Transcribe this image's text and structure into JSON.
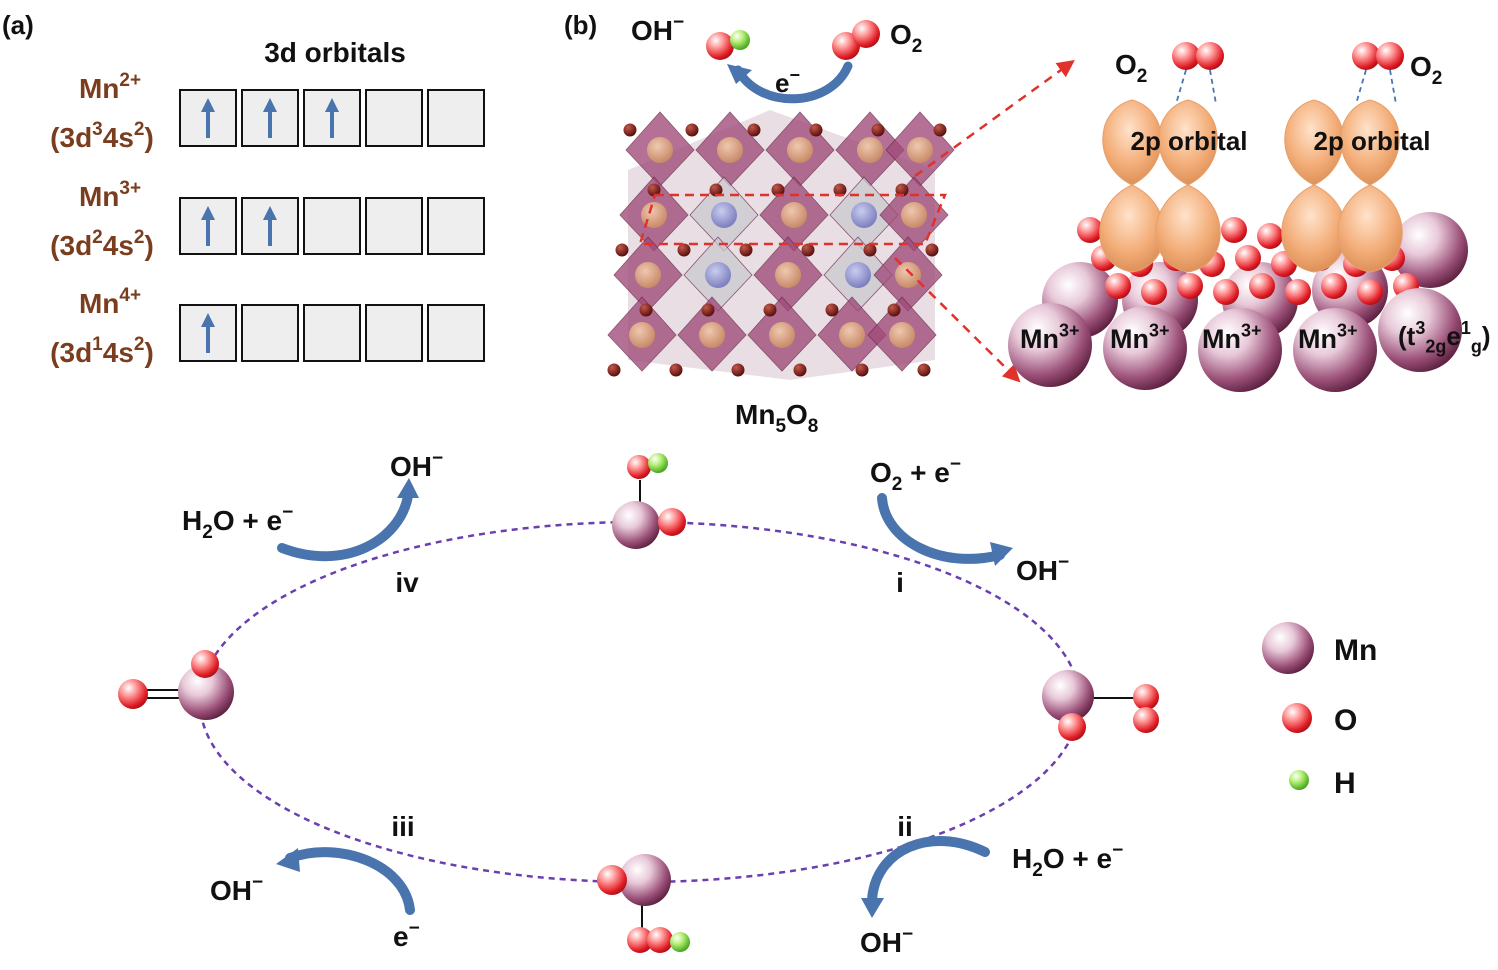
{
  "panel_a": {
    "letter": "(a)",
    "header": "3d orbitals",
    "rows": [
      {
        "ion_base": "Mn",
        "ion_sup": "2+",
        "config": [
          [
            "(3d",
            ""
          ],
          [
            "3",
            "sup"
          ],
          [
            "4s",
            ""
          ],
          [
            "2",
            "sup"
          ],
          [
            ")",
            ""
          ]
        ],
        "electrons": 3
      },
      {
        "ion_base": "Mn",
        "ion_sup": "3+",
        "config": [
          [
            "(3d",
            ""
          ],
          [
            "2",
            "sup"
          ],
          [
            "4s",
            ""
          ],
          [
            "2",
            "sup"
          ],
          [
            ")",
            ""
          ]
        ],
        "electrons": 2
      },
      {
        "ion_base": "Mn",
        "ion_sup": "4+",
        "config": [
          [
            "(3d",
            ""
          ],
          [
            "1",
            "sup"
          ],
          [
            "4s",
            ""
          ],
          [
            "2",
            "sup"
          ],
          [
            ")",
            ""
          ]
        ],
        "electrons": 1
      }
    ],
    "orbital_count": 5
  },
  "panel_b": {
    "letter": "(b)",
    "oh": [
      [
        "OH",
        ""
      ],
      [
        "−",
        "sup"
      ]
    ],
    "o2": [
      [
        "O",
        ""
      ],
      [
        "2",
        "sub"
      ]
    ],
    "electron": [
      [
        "e",
        ""
      ],
      [
        "−",
        "sup"
      ]
    ],
    "crystal": [
      [
        "Mn",
        ""
      ],
      [
        "5",
        "sub"
      ],
      [
        "O",
        ""
      ],
      [
        "8",
        "sub"
      ]
    ],
    "zoom_o2_left": [
      [
        "O",
        ""
      ],
      [
        "2",
        "sub"
      ]
    ],
    "zoom_o2_right": [
      [
        "O",
        ""
      ],
      [
        "2",
        "sub"
      ]
    ],
    "orbital_label_left": "2p orbital",
    "orbital_label_right": "2p orbital",
    "mn3_labels": [
      [
        [
          "Mn",
          ""
        ],
        [
          "3+",
          "sup"
        ]
      ],
      [
        [
          "Mn",
          ""
        ],
        [
          "3+",
          "sup"
        ]
      ],
      [
        [
          "Mn",
          ""
        ],
        [
          "3+",
          "sup"
        ]
      ],
      [
        [
          "Mn",
          ""
        ],
        [
          "3+",
          "sup"
        ]
      ]
    ],
    "electron_config": [
      [
        "(t",
        ""
      ],
      [
        "3",
        "sup"
      ],
      [
        "2g",
        "sub"
      ],
      [
        "e",
        ""
      ],
      [
        "1",
        "sup"
      ],
      [
        "g",
        "sub"
      ],
      [
        ")",
        ""
      ]
    ]
  },
  "cycle": {
    "steps": [
      {
        "numeral": "i",
        "reactant": [
          [
            "O",
            ""
          ],
          [
            "2",
            "sub"
          ],
          [
            " + e",
            ""
          ],
          [
            "−",
            "sup"
          ]
        ],
        "product": [
          [
            "OH",
            ""
          ],
          [
            "−",
            "sup"
          ]
        ]
      },
      {
        "numeral": "ii",
        "reactant": [
          [
            "H",
            ""
          ],
          [
            "2",
            "sub"
          ],
          [
            "O + e",
            ""
          ],
          [
            "−",
            "sup"
          ]
        ],
        "product": [
          [
            "OH",
            ""
          ],
          [
            "−",
            "sup"
          ]
        ]
      },
      {
        "numeral": "iii",
        "reactant": [
          [
            "e",
            ""
          ],
          [
            "−",
            "sup"
          ]
        ],
        "product": [
          [
            "OH",
            ""
          ],
          [
            "−",
            "sup"
          ]
        ]
      },
      {
        "numeral": "iv",
        "reactant": [
          [
            "H",
            ""
          ],
          [
            "2",
            "sub"
          ],
          [
            "O + e",
            ""
          ],
          [
            "−",
            "sup"
          ]
        ],
        "product": [
          [
            "OH",
            ""
          ],
          [
            "−",
            "sup"
          ]
        ]
      }
    ]
  },
  "legend": [
    {
      "label": "Mn",
      "symbol": "mn-atom-icon"
    },
    {
      "label": "O",
      "symbol": "o-atom-icon"
    },
    {
      "label": "H",
      "symbol": "h-atom-icon"
    }
  ],
  "colors": {
    "label_brown": "#7a3d1e",
    "arrow_blue": "#4a74ad",
    "cycle_purple": "#6a3fb0",
    "dashed_red": "#e0312a",
    "mn_atom": "#7b2c55",
    "o_atom": "#e8212b",
    "h_atom": "#6fd12a",
    "orbital_lobe": "#f0a872",
    "octahedron": "#a04a78"
  }
}
